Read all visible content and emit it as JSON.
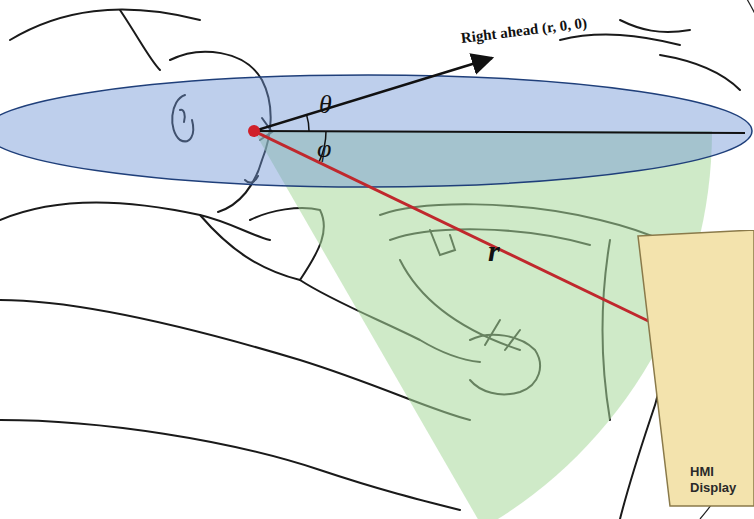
{
  "diagram": {
    "nodes": [
      {
        "text": [
          "HMI Display"
        ]
      }
    ],
    "labels": [
      "Right ahead (r, 0, 0)",
      "θ",
      "φ",
      "r"
    ]
  }
}
